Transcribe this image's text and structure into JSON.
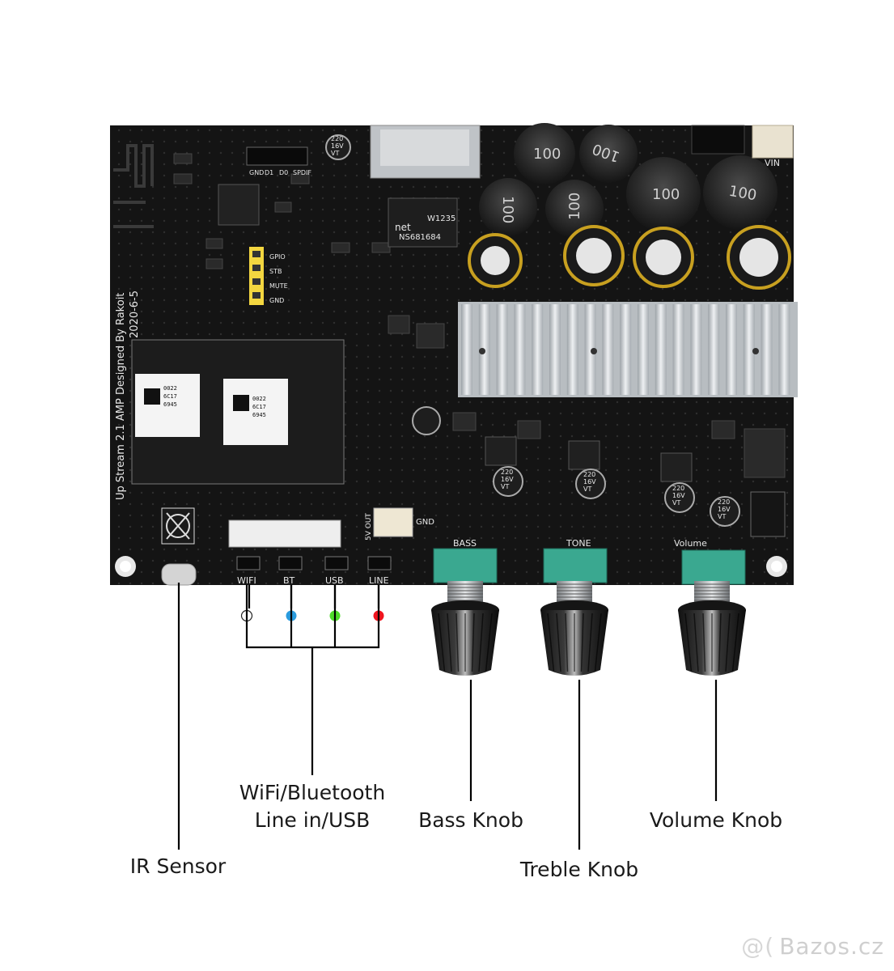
{
  "board": {
    "silkscreen": {
      "vertical_text": "Up Stream 2.1 AMP  Designed By Rakoit",
      "date": "2020-6-5",
      "header_top": [
        "GND",
        "D1",
        "D0",
        "SPDIF"
      ],
      "header_side": [
        "GPIO",
        "STB",
        "MUTE",
        "GND"
      ],
      "led_labels": [
        "WIFI",
        "BT",
        "USB",
        "LINE"
      ],
      "knob_labels": [
        "BASS",
        "TONE",
        "Volume"
      ],
      "vin": "VIN",
      "five_v_out": "5V OUT",
      "gnd": "GND",
      "chip_top": "W1235",
      "chip_brand": "net",
      "chip_bottom": "NS681684",
      "module_codes": [
        "0022",
        "6C17",
        "6945"
      ],
      "capacitor_lines": [
        "220",
        "16V",
        "VT"
      ],
      "inductor_mark": "100"
    },
    "colors": {
      "pcb": "#141414",
      "heatsink": "#cfd3d6",
      "potentiometer": "#3aa890",
      "wifi_led": "#ffffff",
      "bt_led": "#2a9bde",
      "usb_led": "#4fdc2a",
      "line_led": "#f0141e"
    }
  },
  "callouts": {
    "ir_sensor": "IR Sensor",
    "input_line1": "WiFi/Bluetooth",
    "input_line2": "Line in/USB",
    "bass_knob": "Bass Knob",
    "treble_knob": "Treble Knob",
    "volume_knob": "Volume Knob"
  },
  "watermark": {
    "text": "Bazos.cz"
  }
}
